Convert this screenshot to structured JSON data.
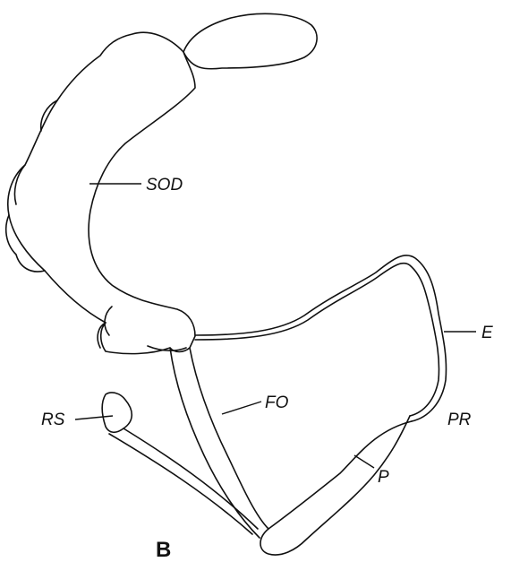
{
  "figure": {
    "panel_letter": "B",
    "labels": {
      "sod": "SOD",
      "e": "E",
      "fo": "FO",
      "rs": "RS",
      "pr": "PR",
      "p": "P"
    }
  },
  "colors": {
    "ink": "#111111",
    "background": "#ffffff"
  }
}
